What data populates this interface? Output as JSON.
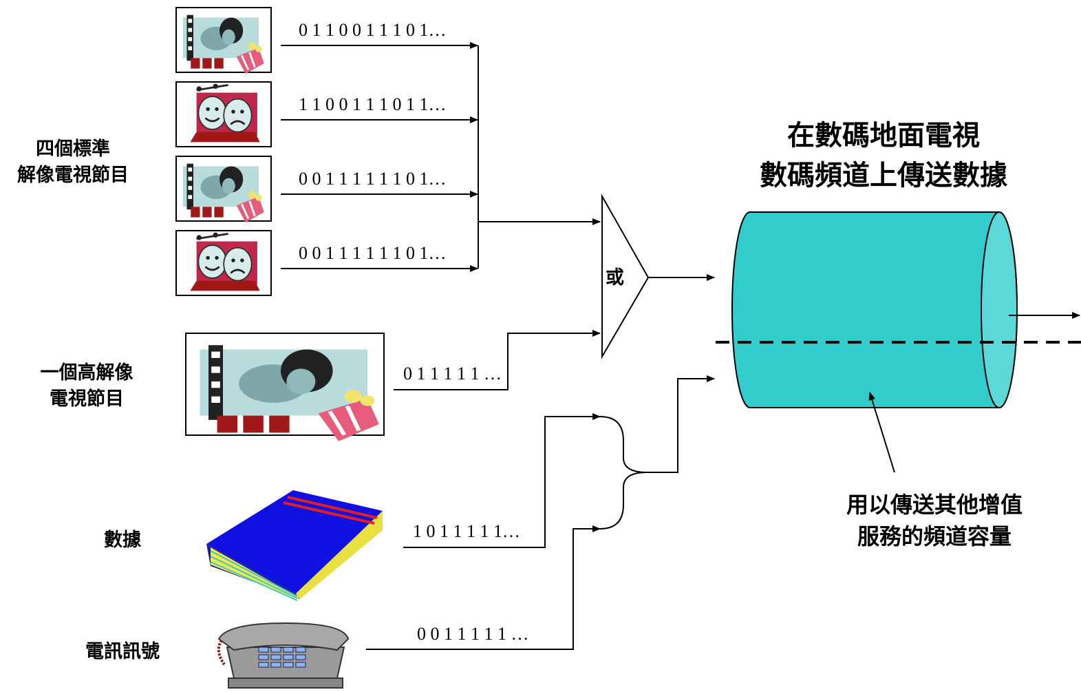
{
  "title": {
    "line1": "在數碼地面電視",
    "line2": "數碼頻道上傳送數據"
  },
  "left_labels": {
    "sd_line1": "四個標準",
    "sd_line2": "解像電視節目",
    "hd_line1": "一個高解像",
    "hd_line2": "電視節目",
    "data": "數據",
    "telecom": "電訊訊號"
  },
  "bitstreams": {
    "sd1": "0 1 1 0 0 1 1 1 0 1…",
    "sd2": "1 1 0 0 1 1 1 0 1 1…",
    "sd3": "0 0 1 1 1 1 1 1 0 1…",
    "sd4": "0 0 1 1 1 1 1 1 0 1…",
    "hd": "0 1 1 1 1 1 …",
    "data": "1 0 1 1 1 1 1…",
    "telecom": "0 0 1 1 1 1 1 …"
  },
  "selector_label": "或",
  "capacity_caption": {
    "line1": "用以傳送其他增值",
    "line2": "服務的頻道容量"
  },
  "icons": {
    "sd1": "movie-theater-icon",
    "sd2": "theater-masks-icon",
    "sd3": "movie-theater-icon",
    "sd4": "theater-masks-icon",
    "hd": "movie-theater-icon",
    "data": "book-icon",
    "telecom": "telephone-icon"
  },
  "colors": {
    "channel": "#33CCCC",
    "channel_end": "#5BD8D8",
    "line": "#000000"
  }
}
